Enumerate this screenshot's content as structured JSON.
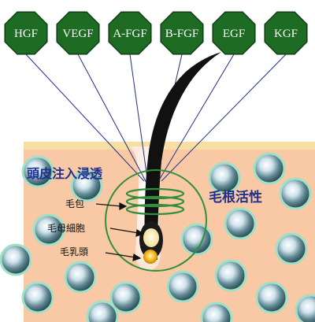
{
  "growth_factors": [
    "HGF",
    "VEGF",
    "A-FGF",
    "B-FGF",
    "EGF",
    "KGF"
  ],
  "labels": {
    "scalp_penetration": "頭皮注入浸透",
    "hair_root_activation": "毛根活性",
    "follicle": "毛包",
    "matrix_cells": "毛母細胞",
    "papilla": "毛乳頭"
  },
  "colors": {
    "octagon": "#1e6b24",
    "scalp_top": "#f7dfa4",
    "skin": "#f9c9a5",
    "connector": "#1f2f8f",
    "label": "#1f2f8f",
    "ring": "#2f8f3a",
    "hair": "#111111"
  }
}
